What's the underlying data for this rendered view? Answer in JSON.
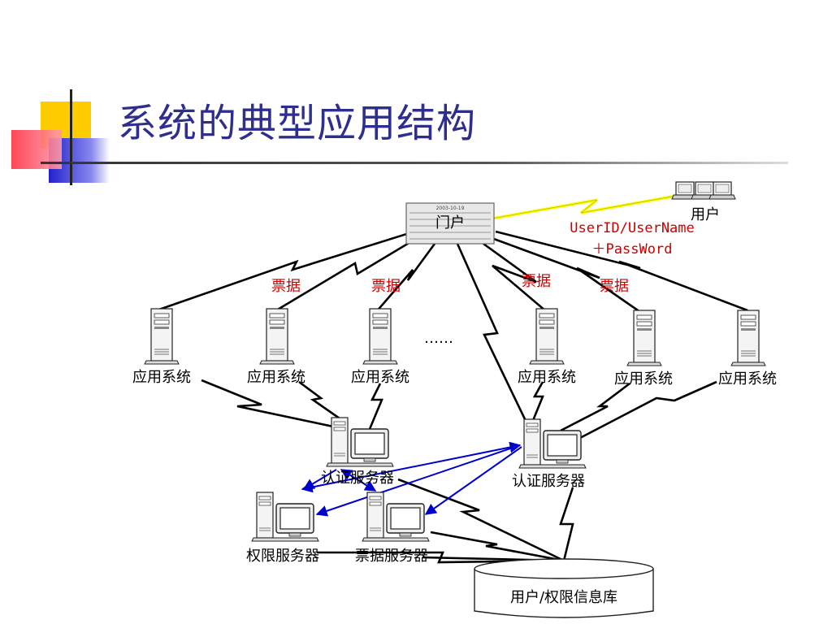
{
  "title": "系统的典型应用结构",
  "nodes": {
    "portal": "门户",
    "portal_date": "2003-10-19",
    "user": "用户",
    "app": "应用系统",
    "auth_server": "认证服务器",
    "perm_server": "权限服务器",
    "ticket_server": "票据服务器",
    "database": "用户/权限信息库",
    "ellipsis": "……"
  },
  "edge_labels": {
    "ticket": "票据",
    "credential_line1": "UserID/UserName",
    "credential_line2": "＋PassWord"
  },
  "colors": {
    "title": "#2e2e8f",
    "edge_label": "#cc0000",
    "user_link": "#ffff00",
    "inter_server": "#0000cc"
  }
}
